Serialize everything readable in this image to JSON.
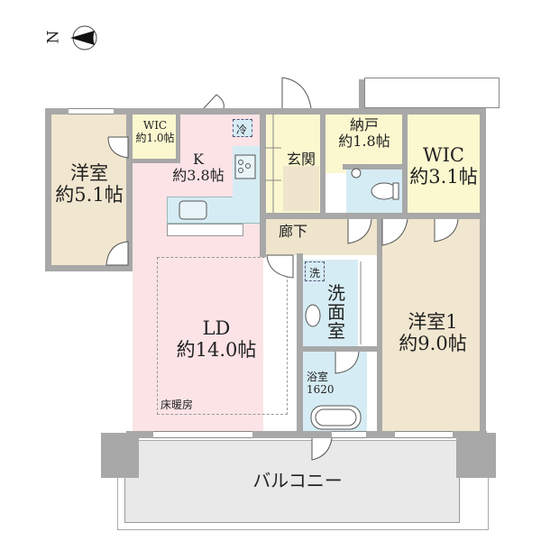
{
  "compass": {
    "label": "N",
    "icon": "north-arrow-icon"
  },
  "rooms": {
    "western_room_left": {
      "name": "洋室",
      "size": "約5.1帖"
    },
    "wic_small": {
      "name": "WIC",
      "size": "約1.0帖"
    },
    "kitchen": {
      "name": "K",
      "size": "約3.8帖"
    },
    "fridge": {
      "label": "冷"
    },
    "entrance": {
      "name": "玄関"
    },
    "storage": {
      "name": "納戸",
      "size": "約1.8帖"
    },
    "wic_large": {
      "name": "WIC",
      "size": "約3.1帖"
    },
    "hallway": {
      "name": "廊下"
    },
    "washer": {
      "label": "洗"
    },
    "washroom": {
      "name": "洗面室"
    },
    "bathroom": {
      "name": "浴室",
      "size": "1620"
    },
    "living_dining": {
      "name": "LD",
      "size": "約14.0帖",
      "note": "床暖房"
    },
    "western_room_1": {
      "name": "洋室1",
      "size": "約9.0帖"
    },
    "balcony": {
      "name": "バルコニー"
    }
  },
  "colors": {
    "wall": "#a8a8a8",
    "western_room": "#f1e6cf",
    "wic": "#fbf7cf",
    "kitchen_ld": "#fbe3e6",
    "wet_area": "#d6ecf4",
    "hall": "#efe4cc",
    "balcony": "#e9e9e9"
  }
}
